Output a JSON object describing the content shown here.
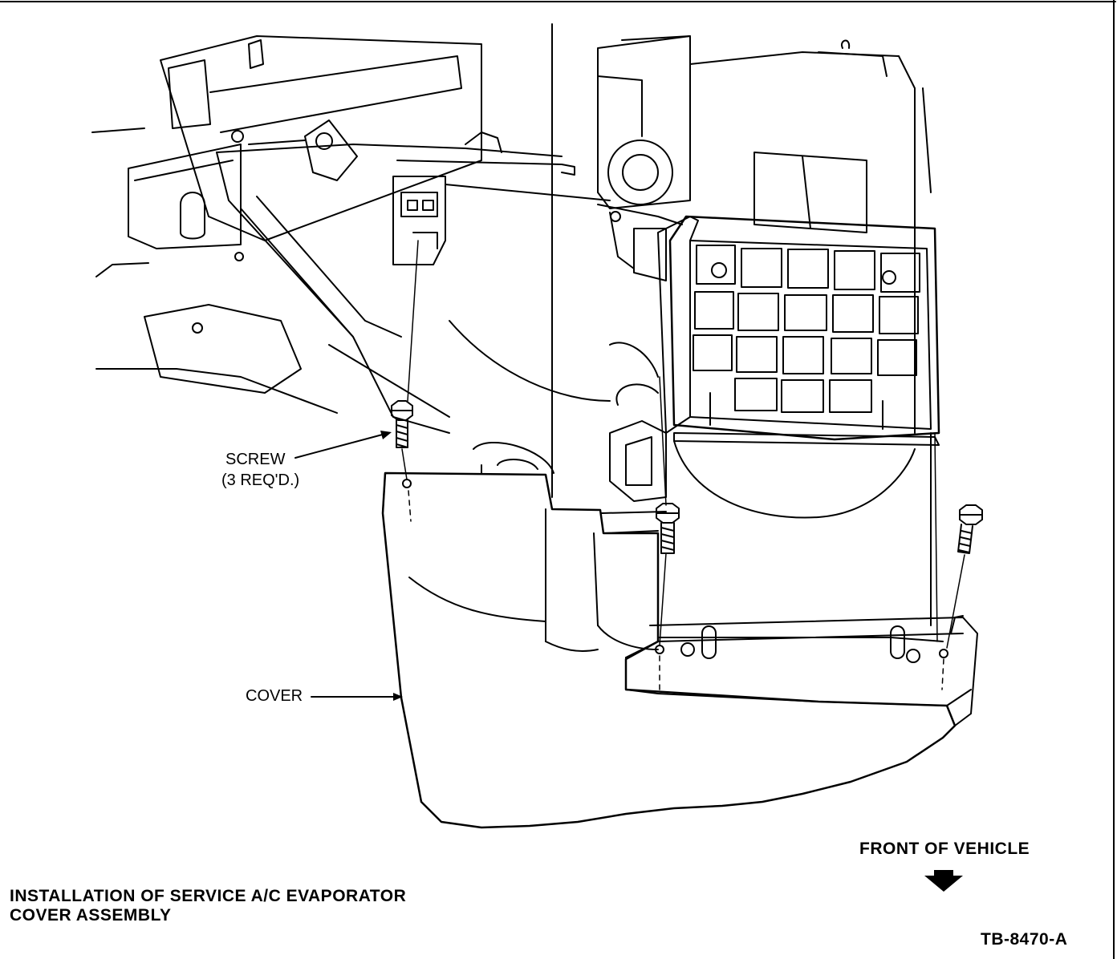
{
  "labels": {
    "screw": "SCREW",
    "screw_qty": "(3 REQ'D.)",
    "cover": "COVER",
    "front_of_vehicle": "FRONT OF VEHICLE"
  },
  "caption": {
    "line1": "INSTALLATION OF SERVICE A/C EVAPORATOR",
    "line2": "COVER ASSEMBLY"
  },
  "figure_id": "TB-8470-A",
  "colors": {
    "ink": "#000000",
    "paper": "#ffffff"
  },
  "icons": {
    "direction_arrow": "arrow-down-icon"
  }
}
